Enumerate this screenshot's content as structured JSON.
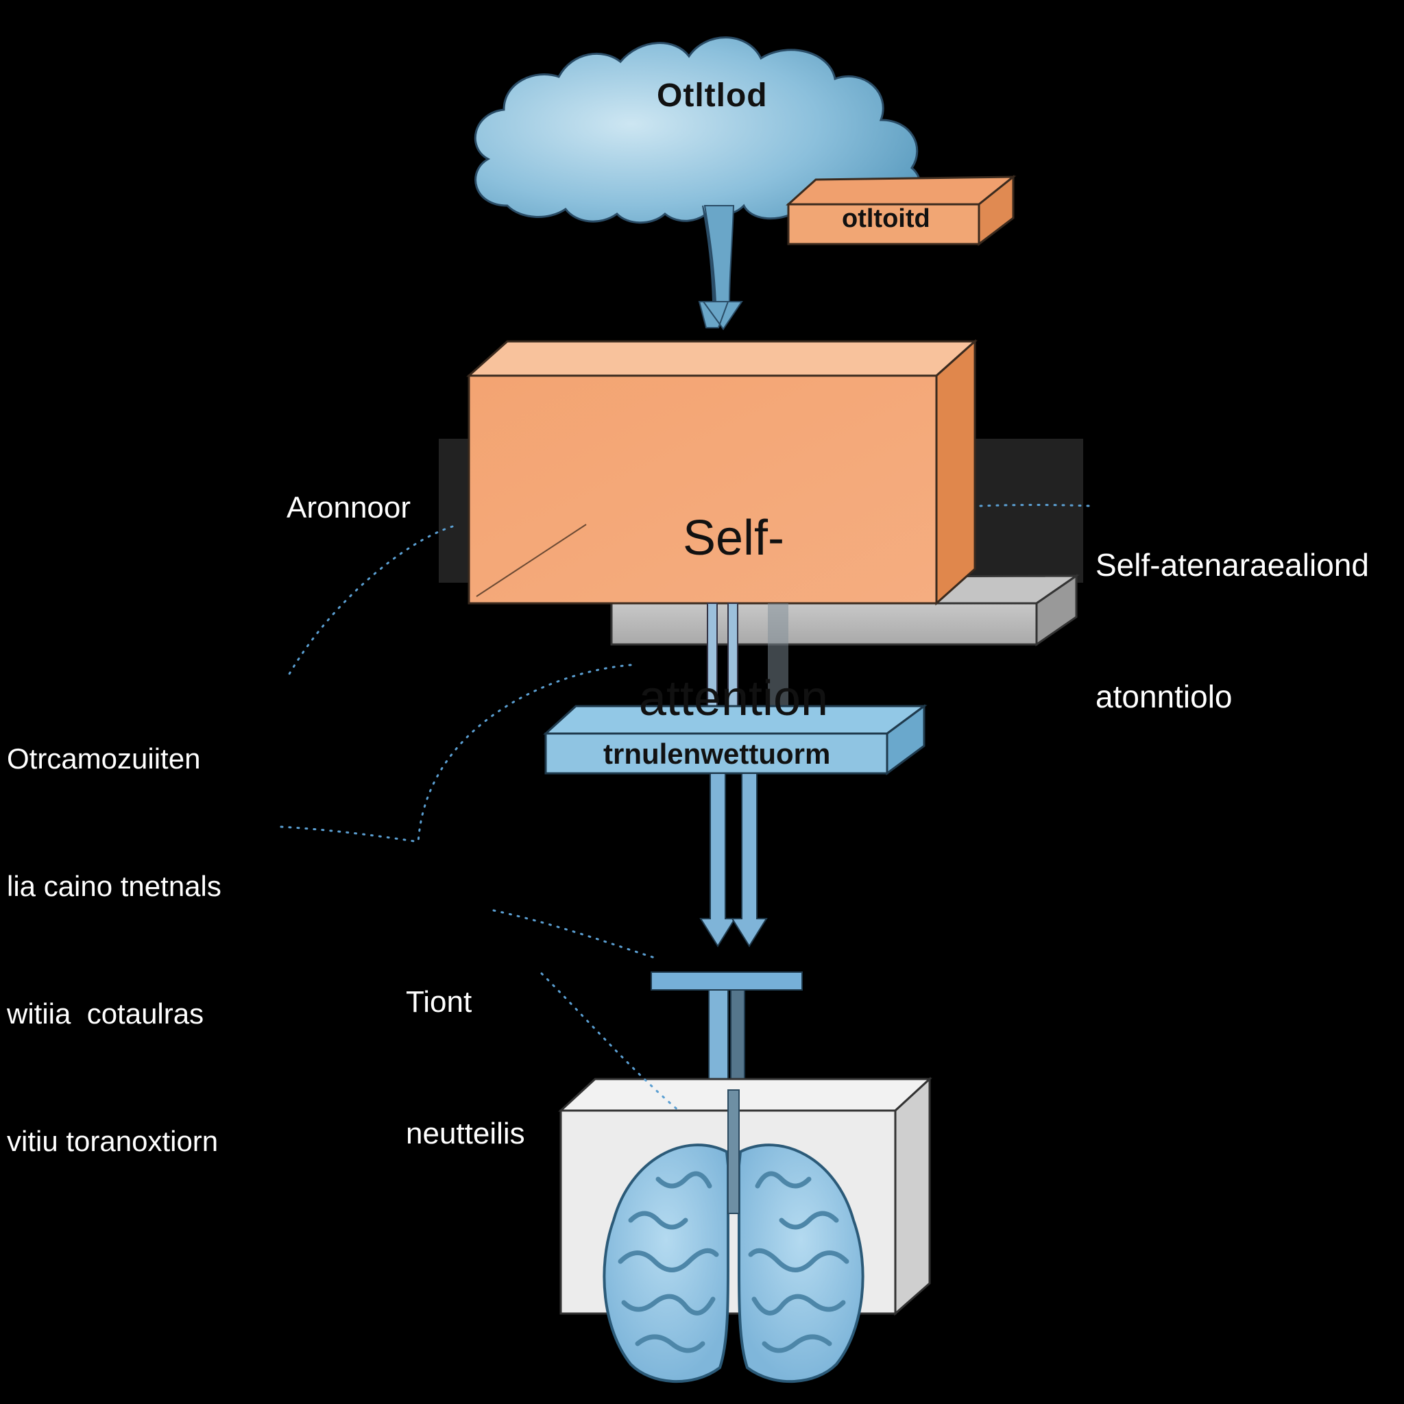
{
  "diagram": {
    "background": "#000000",
    "colors": {
      "cloud_blue": "#7fb4d4",
      "orange_block": "#f4a878",
      "orange_side": "#e08850",
      "gray_slab": "#b8b8b8",
      "blue_slab": "#8fc4e2",
      "brain_blue": "#8ec3e6",
      "white_box": "#eeeeee"
    },
    "nodes": {
      "cloud": {
        "label": "Otltlod"
      },
      "small_box": {
        "label": "otltoitd"
      },
      "self_attention": {
        "label_line1": "Self-",
        "label_line2": "attention"
      },
      "transform_slab": {
        "label": "trnulenwettuorm"
      },
      "brain_box": {
        "icon": "brain-icon"
      }
    },
    "annotations": {
      "attention_left": "Aronnoor",
      "right": {
        "line1": "Self-atenaraealiond",
        "line2": "atonntiolo"
      },
      "left_block": {
        "line1": "Otrcamozuiiten",
        "line2": "lia caino tnetnals",
        "line3": "witiia  cotaulras",
        "line4": "vitiu toranoxtiorn"
      },
      "bottom_left": {
        "line1": "Tiont",
        "line2": "neutteilis"
      }
    }
  }
}
